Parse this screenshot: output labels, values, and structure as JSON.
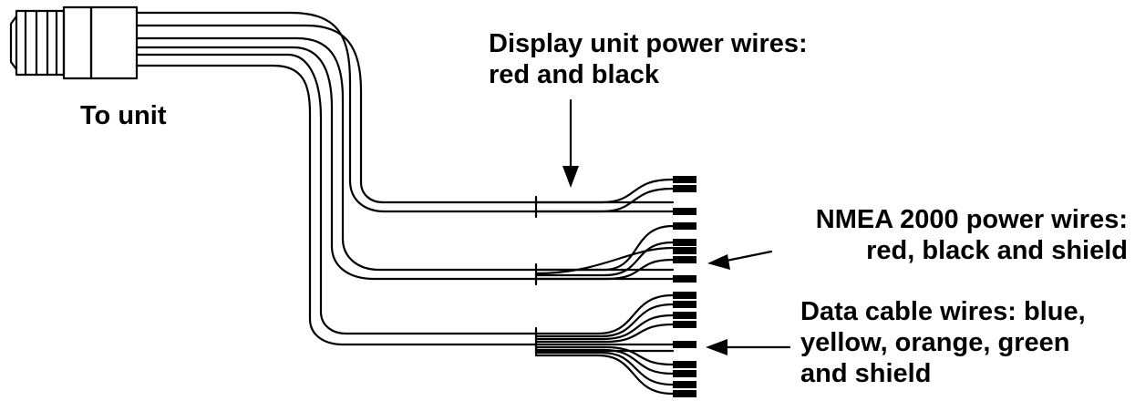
{
  "labels": {
    "to_unit": "To unit",
    "display_power": [
      "Display unit power wires:",
      "red and black"
    ],
    "nmea_power": [
      "NMEA 2000 power wires:",
      "red, black and shield"
    ],
    "data_cable": [
      "Data cable wires: blue,",
      "yellow, orange, green",
      "and shield"
    ]
  },
  "colors": {
    "line": "#000000",
    "background": "#ffffff"
  },
  "icons": {
    "connector": "cable-connector-icon",
    "arrow": "arrow-icon"
  }
}
